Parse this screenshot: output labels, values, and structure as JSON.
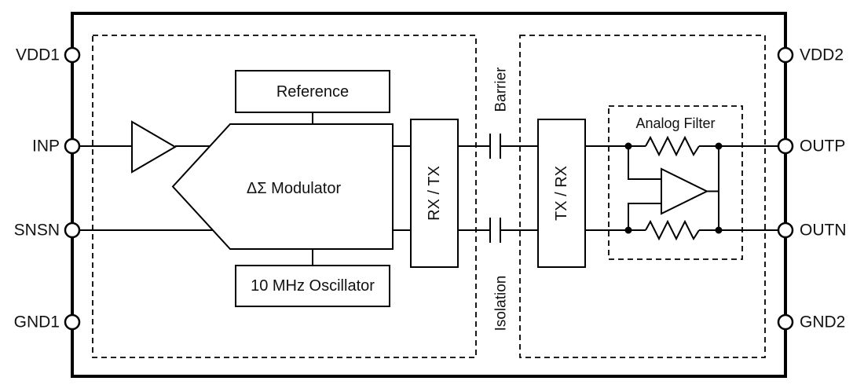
{
  "diagram": {
    "pins": {
      "left": [
        {
          "label": "VDD1"
        },
        {
          "label": "INP"
        },
        {
          "label": "SNSN"
        },
        {
          "label": "GND1"
        }
      ],
      "right": [
        {
          "label": "VDD2"
        },
        {
          "label": "OUTP"
        },
        {
          "label": "OUTN"
        },
        {
          "label": "GND2"
        }
      ]
    },
    "blocks": {
      "reference": "Reference",
      "modulator": "ΔΣ Modulator",
      "oscillator": "10 MHz Oscillator",
      "rx_tx": "RX / TX",
      "tx_rx": "TX / RX",
      "analog_filter": "Analog Filter"
    },
    "isolation": {
      "barrier_label": "Barrier",
      "isolation_label": "Isolation"
    },
    "symbols": {
      "input_amplifier": "triangle-amplifier",
      "output_opamp": "triangle-amplifier",
      "isolation_capacitors": "capacitor",
      "filter_resistors": "resistor"
    },
    "colors": {
      "line": "#000000",
      "text": "#111111",
      "background": "#ffffff"
    }
  }
}
